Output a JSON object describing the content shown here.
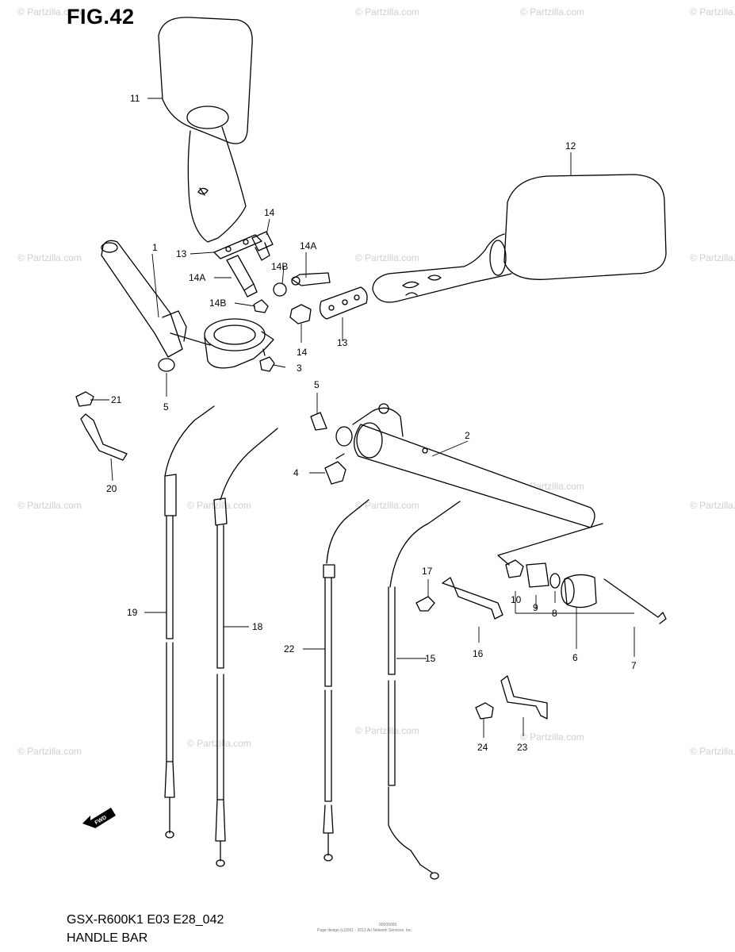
{
  "figure": {
    "title": "FIG.42"
  },
  "footer": {
    "model_code": "GSX-R600K1 E03 E28_042",
    "section_name": "HANDLE BAR"
  },
  "fine_print": {
    "ref": "00000000",
    "copyright": "Page design (c)2001 - 2013 Ari Network Services, Inc."
  },
  "watermark": {
    "text": "© Partzilla.com"
  },
  "fwd_badge": "FWD",
  "callouts": [
    "1",
    "2",
    "3",
    "4",
    "5",
    "5",
    "6",
    "7",
    "8",
    "9",
    "10",
    "11",
    "12",
    "13",
    "13",
    "14",
    "14",
    "14A",
    "14A",
    "14B",
    "14B",
    "15",
    "16",
    "17",
    "18",
    "19",
    "20",
    "21",
    "22",
    "23",
    "24"
  ]
}
